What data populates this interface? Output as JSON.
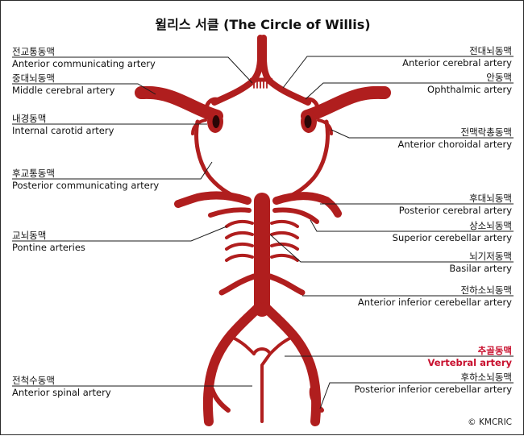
{
  "title": "윌리스 서클 (The Circle of Willis)",
  "copyright": "© KMCRIC",
  "accent_color": "#b01e1e",
  "highlight_color": "#c8102e",
  "labels": {
    "acom": {
      "ko": "전교통동맥",
      "en": "Anterior communicating artery"
    },
    "mca": {
      "ko": "중대뇌동맥",
      "en": "Middle cerebral artery"
    },
    "ica": {
      "ko": "내경동맥",
      "en": "Internal carotid artery"
    },
    "pcom": {
      "ko": "후교통동맥",
      "en": "Posterior communicating artery"
    },
    "pontine": {
      "ko": "교뇌동맥",
      "en": "Pontine arteries"
    },
    "asa": {
      "ko": "전척수동맥",
      "en": "Anterior spinal artery"
    },
    "aca": {
      "ko": "전대뇌동맥",
      "en": "Anterior cerebral artery"
    },
    "ophthalmic": {
      "ko": "안동맥",
      "en": "Ophthalmic artery"
    },
    "acha": {
      "ko": "전맥락총동맥",
      "en": "Anterior choroidal artery"
    },
    "pca": {
      "ko": "후대뇌동맥",
      "en": "Posterior cerebral artery"
    },
    "sca": {
      "ko": "상소뇌동맥",
      "en": "Superior cerebellar artery"
    },
    "basilar": {
      "ko": "뇌기저동맥",
      "en": "Basilar artery"
    },
    "aica": {
      "ko": "전하소뇌동맥",
      "en": "Anterior inferior cerebellar artery"
    },
    "vertebral": {
      "ko": "추골동맥",
      "en": "Vertebral artery"
    },
    "pica": {
      "ko": "후하소뇌동맥",
      "en": "Posterior inferior cerebellar artery"
    }
  }
}
